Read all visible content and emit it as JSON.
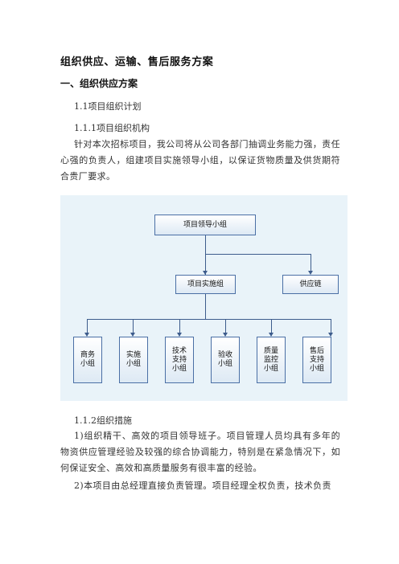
{
  "document": {
    "title": "组织供应、运输、售后服务方案",
    "section_heading": "一、组织供应方案",
    "sub_1": "1.1项目组织计划",
    "sub_1_1": "1.1.1项目组织机构",
    "para_1": "针对本次招标项目，我公司将从公司各部门抽调业务能力强，责任心强的负责人，组建项目实施领导小组，以保证货物质量及供货期符合贵厂要求。",
    "sub_1_2": "1.1.2组织措施",
    "para_2": "1)组织精干、高效的项目领导班子。项目管理人员均具有多年的物资供应管理经验及较强的综合协调能力，特别是在紧急情况下，如何保证安全、高效和高质量服务有很丰富的经验。",
    "para_3": "2)本项目由总经理直接负责管理。项目经理全权负责，技术负责"
  },
  "org_chart": {
    "top": "项目领导小组",
    "middle_left": "项目实施组",
    "middle_right": "供应链",
    "groups": [
      "商务\n小组",
      "实施\n小组",
      "技术\n支持\n小组",
      "验收\n小组",
      "质量\n监控\n小组",
      "售后\n支持\n小组"
    ]
  }
}
